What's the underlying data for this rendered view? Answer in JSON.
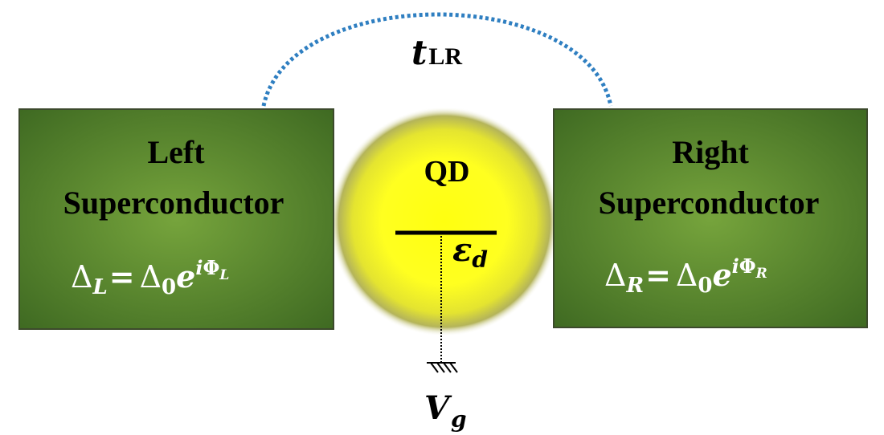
{
  "hopping": {
    "symbol": "t",
    "subscript": "LR"
  },
  "left_superconductor": {
    "line1": "Left",
    "line2": "Superconductor",
    "gap": {
      "lhs_symbol": "Δ",
      "lhs_sub": "L",
      "equals": "=",
      "rhs_symbol": "Δ",
      "rhs_sub": "0",
      "exp_base": "e",
      "exp_i": "i",
      "exp_phi": "Φ",
      "exp_phi_sub": "L"
    }
  },
  "right_superconductor": {
    "line1": "Right",
    "line2": "Superconductor",
    "gap": {
      "lhs_symbol": "Δ",
      "lhs_sub": "R",
      "equals": "=",
      "rhs_symbol": "Δ",
      "rhs_sub": "0",
      "exp_base": "e",
      "exp_i": "i",
      "exp_phi": "Φ",
      "exp_phi_sub": "R"
    }
  },
  "quantum_dot": {
    "label": "QD",
    "level_symbol": "ε",
    "level_sub": "d"
  },
  "gate": {
    "symbol": "V",
    "subscript": "g"
  },
  "colors": {
    "box_fill_center": "#6f9a3a",
    "box_fill_edge": "#3f6a22",
    "box_border": "#3c4a2c",
    "dot_core": "#ffff1a",
    "dot_halo": "#b8b84a",
    "hopping_line": "#2f7fc1"
  }
}
